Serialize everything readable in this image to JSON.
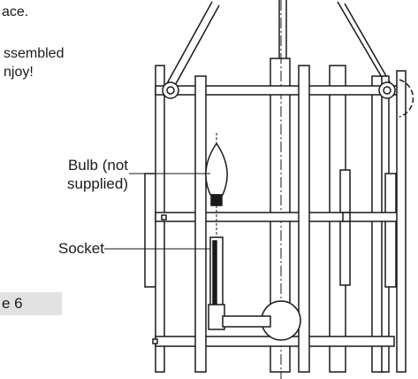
{
  "instructions": {
    "line1": "ace.",
    "line2": "ssembled",
    "line3": "njoy!"
  },
  "labels": {
    "bulb_line1": "Bulb (not",
    "bulb_line2": "supplied)",
    "socket": "Socket"
  },
  "figure_badge": "e 6"
}
